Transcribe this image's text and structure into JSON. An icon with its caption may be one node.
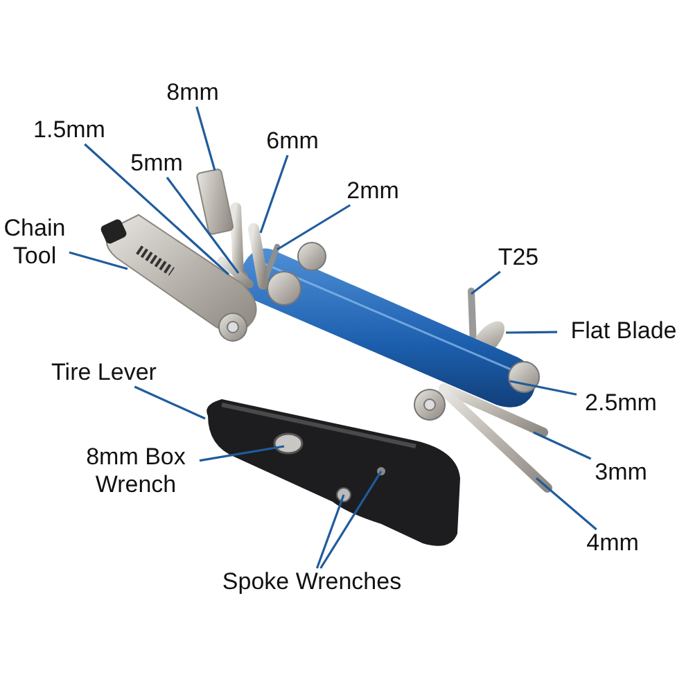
{
  "diagram": {
    "nodes": [
      {
        "text": [
          "1.5mm"
        ]
      },
      {
        "text": [
          "8mm"
        ]
      },
      {
        "text": [
          "5mm"
        ]
      },
      {
        "text": [
          "6mm"
        ]
      },
      {
        "text": [
          "2mm"
        ]
      },
      {
        "text": [
          "Chain Tool"
        ]
      },
      {
        "text": [
          "T25"
        ]
      },
      {
        "text": [
          "Flat Blade"
        ]
      },
      {
        "text": [
          "Tire Lever"
        ]
      },
      {
        "text": [
          "2.5mm"
        ]
      },
      {
        "text": [
          "8mm Box Wrench"
        ]
      },
      {
        "text": [
          "3mm"
        ]
      },
      {
        "text": [
          "4mm"
        ]
      },
      {
        "text": [
          "Spoke Wrenches"
        ]
      }
    ],
    "edges": [
      {
        "from": 0,
        "to": null,
        "arrow": "none"
      },
      {
        "from": 1,
        "to": null,
        "arrow": "none"
      },
      {
        "from": 2,
        "to": null,
        "arrow": "none"
      },
      {
        "from": 3,
        "to": null,
        "arrow": "none"
      },
      {
        "from": 4,
        "to": null,
        "arrow": "none"
      },
      {
        "from": 5,
        "to": null,
        "arrow": "none"
      },
      {
        "from": 6,
        "to": null,
        "arrow": "none"
      },
      {
        "from": 7,
        "to": null,
        "arrow": "none"
      },
      {
        "from": 8,
        "to": null,
        "arrow": "none"
      },
      {
        "from": 9,
        "to": null,
        "arrow": "none"
      },
      {
        "from": 10,
        "to": null,
        "arrow": "none"
      },
      {
        "from": 11,
        "to": null,
        "arrow": "none"
      },
      {
        "from": 12,
        "to": null,
        "arrow": "none"
      },
      {
        "from": 13,
        "to": null,
        "arrow": "none"
      },
      {
        "from": 13,
        "to": null,
        "arrow": "none"
      }
    ]
  }
}
